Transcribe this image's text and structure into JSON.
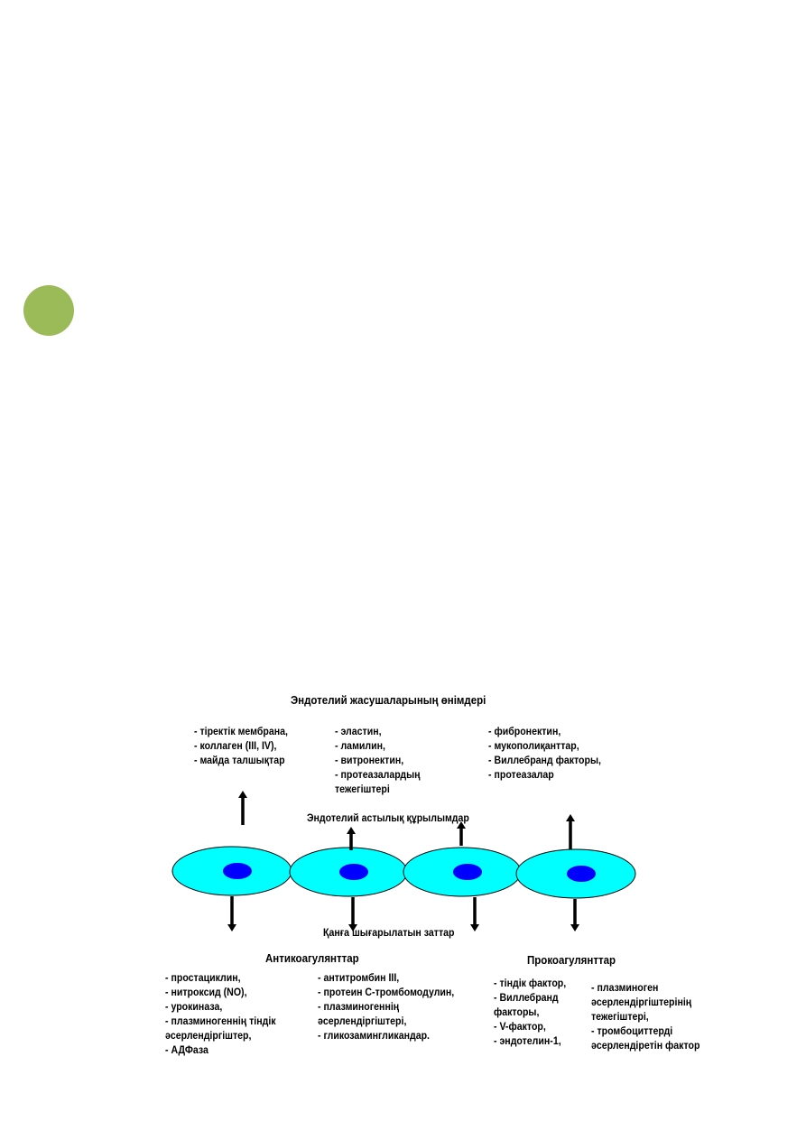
{
  "colors": {
    "bullet": "#9bbb59",
    "cell_fill": "#00ffff",
    "nucleus_fill": "#0000ff",
    "outline": "#000000"
  },
  "diagram": {
    "title": "Эндотелий жасушаларының өнімдері",
    "upper_label": "Эндотелий астылық құрылымдар",
    "lower_label": "Қанға шығарылатын заттар",
    "group_anticoag": "Антикоагулянттар",
    "group_procoag": "Прокоагулянттар",
    "top_lists": [
      [
        "- тіректік мембрана,",
        "- коллаген (III, IV),",
        "- майда талшықтар"
      ],
      [
        "- эластин,",
        "- ламилин,",
        "- витронектин,",
        "- протеазалардың",
        "тежегіштері"
      ],
      [
        "- фибронектин,",
        "- мукополиқанттар,",
        "- Виллебранд факторы,",
        "- протеазалар"
      ]
    ],
    "anticoag_lists": [
      [
        "- простациклин,",
        "- нитроксид (NO),",
        "- урокиназа,",
        "- плазминогеннің тіндік",
        "әсерлендіргіштер,",
        "- АДФаза"
      ],
      [
        "- антитромбин III,",
        "- протеин С-тромбомодулин,",
        "- плазминогеннің",
        "әсерлендіргіштері,",
        "- гликозамингликандар."
      ]
    ],
    "procoag_lists": [
      [
        "- тіндік фактор,",
        "- Виллебранд",
        "факторы,",
        "- V-фактор,",
        "- эндотелин-1,"
      ],
      [
        "- плазминоген",
        "әсерлендіргіштерінің",
        "тежегіштері,",
        "- тромбоциттерді",
        "әсерлендіретін фактор"
      ]
    ]
  }
}
